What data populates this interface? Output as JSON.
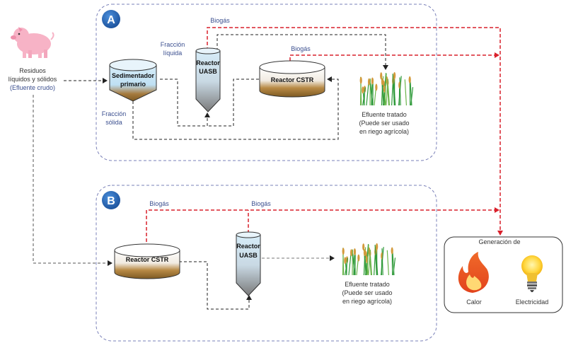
{
  "sections": {
    "a": {
      "badge": "A"
    },
    "b": {
      "badge": "B"
    }
  },
  "source": {
    "line1": "Residuos",
    "line2": "líquidos y sólidos",
    "line3": "(Efluente crudo)"
  },
  "section_a": {
    "sedimentador_line1": "Sedimentador",
    "sedimentador_line2": "primario",
    "fraccion_liquida_line1": "Fracción",
    "fraccion_liquida_line2": "líquida",
    "fraccion_solida_line1": "Fracción",
    "fraccion_solida_line2": "sólida",
    "uasb_line1": "Reactor",
    "uasb_line2": "UASB",
    "cstr": "Reactor CSTR",
    "biogas_uasb": "Biogás",
    "biogas_cstr": "Biogás",
    "effluent_line1": "Efluente tratado",
    "effluent_line2": "(Puede ser usado",
    "effluent_line3": "en riego agrícola)"
  },
  "section_b": {
    "cstr": "Reactor CSTR",
    "uasb_line1": "Reactor",
    "uasb_line2": "UASB",
    "biogas_cstr": "Biogás",
    "biogas_uasb": "Biogás",
    "effluent_line1": "Efluente tratado",
    "effluent_line2": "(Puede ser usado",
    "effluent_line3": "en riego agrícola)"
  },
  "generation": {
    "title": "Generación de",
    "heat": "Calor",
    "electricity": "Electricidad"
  },
  "colors": {
    "biogas_line": "#d9202b",
    "flow_line": "#222222",
    "section_border": "#7a80b8",
    "badge": "#1f5fae",
    "label_blue": "#3b4f8f"
  }
}
